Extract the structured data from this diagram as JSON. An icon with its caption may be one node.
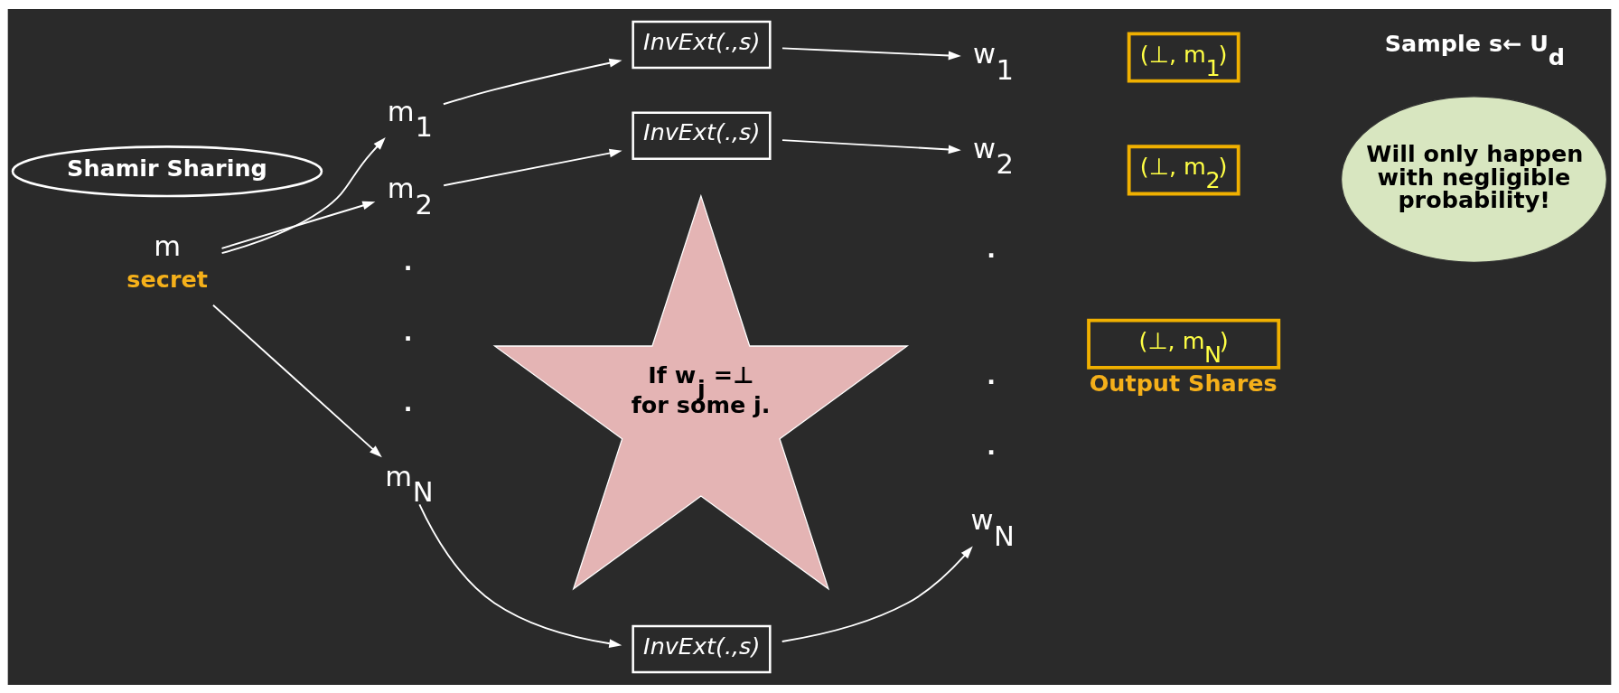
{
  "diagram": {
    "nodes": [
      {
        "text": [
          "m"
        ],
        "beside": [
          "secret"
        ]
      },
      {
        "text": [
          "m$_{1}$"
        ]
      },
      {
        "text": [
          "m$_{2}$"
        ]
      },
      {
        "text": [
          "m$_{N}$"
        ]
      },
      {
        "text": [
          "InvExt(.,s)"
        ]
      },
      {
        "text": [
          "InvExt(.,s)"
        ]
      },
      {
        "text": [
          "InvExt(.,s)"
        ]
      },
      {
        "text": [
          "w$_{1}$"
        ]
      },
      {
        "text": [
          "w$_{2}$"
        ]
      },
      {
        "text": [
          "w$_{N}$"
        ]
      },
      {
        "text": [
          "(⊥, m$_{1}$)"
        ]
      },
      {
        "text": [
          "(⊥, m$_{2}$)"
        ]
      },
      {
        "text": [
          "(⊥, m$_{N}$)"
        ],
        "beside": [
          "Output Shares"
        ]
      },
      {
        "text": [
          "Shamir Sharing"
        ]
      },
      {
        "text": [
          "If w$_{j}$ =⊥ for some j."
        ]
      },
      {
        "text": [
          "Will only happen with negligible probability!"
        ]
      }
    ],
    "edges": [
      {
        "from": 0,
        "to": 1,
        "arrow": "to"
      },
      {
        "from": 0,
        "to": 2,
        "arrow": "to"
      },
      {
        "from": 0,
        "to": 3,
        "arrow": "to"
      },
      {
        "from": 1,
        "to": 4,
        "arrow": "to"
      },
      {
        "from": 2,
        "to": 5,
        "arrow": "to"
      },
      {
        "from": 3,
        "to": 6,
        "arrow": "to"
      },
      {
        "from": 4,
        "to": 7,
        "arrow": "to"
      },
      {
        "from": 5,
        "to": 8,
        "arrow": "to"
      },
      {
        "from": 6,
        "to": 9,
        "arrow": "to"
      }
    ],
    "labels": [
      "Sample s← U$_{d}$",
      ".",
      ".",
      ".",
      ".",
      ".",
      "."
    ]
  }
}
